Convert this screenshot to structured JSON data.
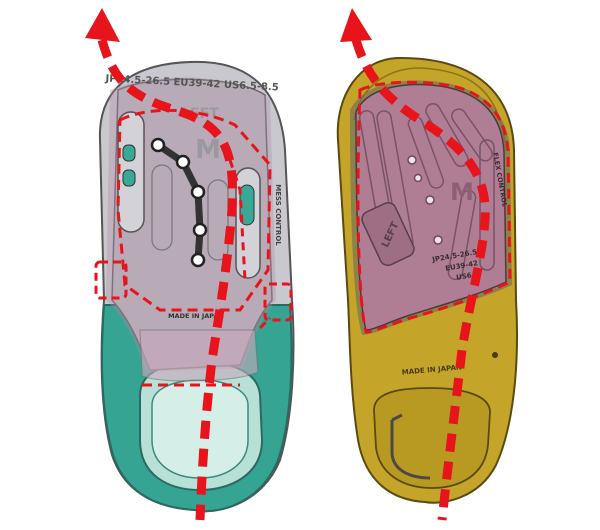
{
  "left_insole": {
    "size_text": "JP24.5-26.5 EU39-42 US6.5-8.5",
    "side_text": "LEFT",
    "size_letter": "M",
    "side_label": "MESS CONTROL",
    "made_in": "MADE IN JAPAN",
    "colors": {
      "shell": "#c9c8ce",
      "heel_cushion": "#35a493",
      "overlay": "#b08aa2"
    }
  },
  "right_insole": {
    "side_text": "LEFT",
    "size_letter": "M",
    "side_label": "FLEX CONTROL",
    "size_text_1": "JP24.5-26.5",
    "size_text_2": "EU39-42",
    "size_text_3": "US6.5",
    "made_in": "MADE IN JAPAN",
    "colors": {
      "shell": "#c4a52a",
      "overlay": "#b07e94"
    }
  },
  "annotation_color": "#e8141c"
}
